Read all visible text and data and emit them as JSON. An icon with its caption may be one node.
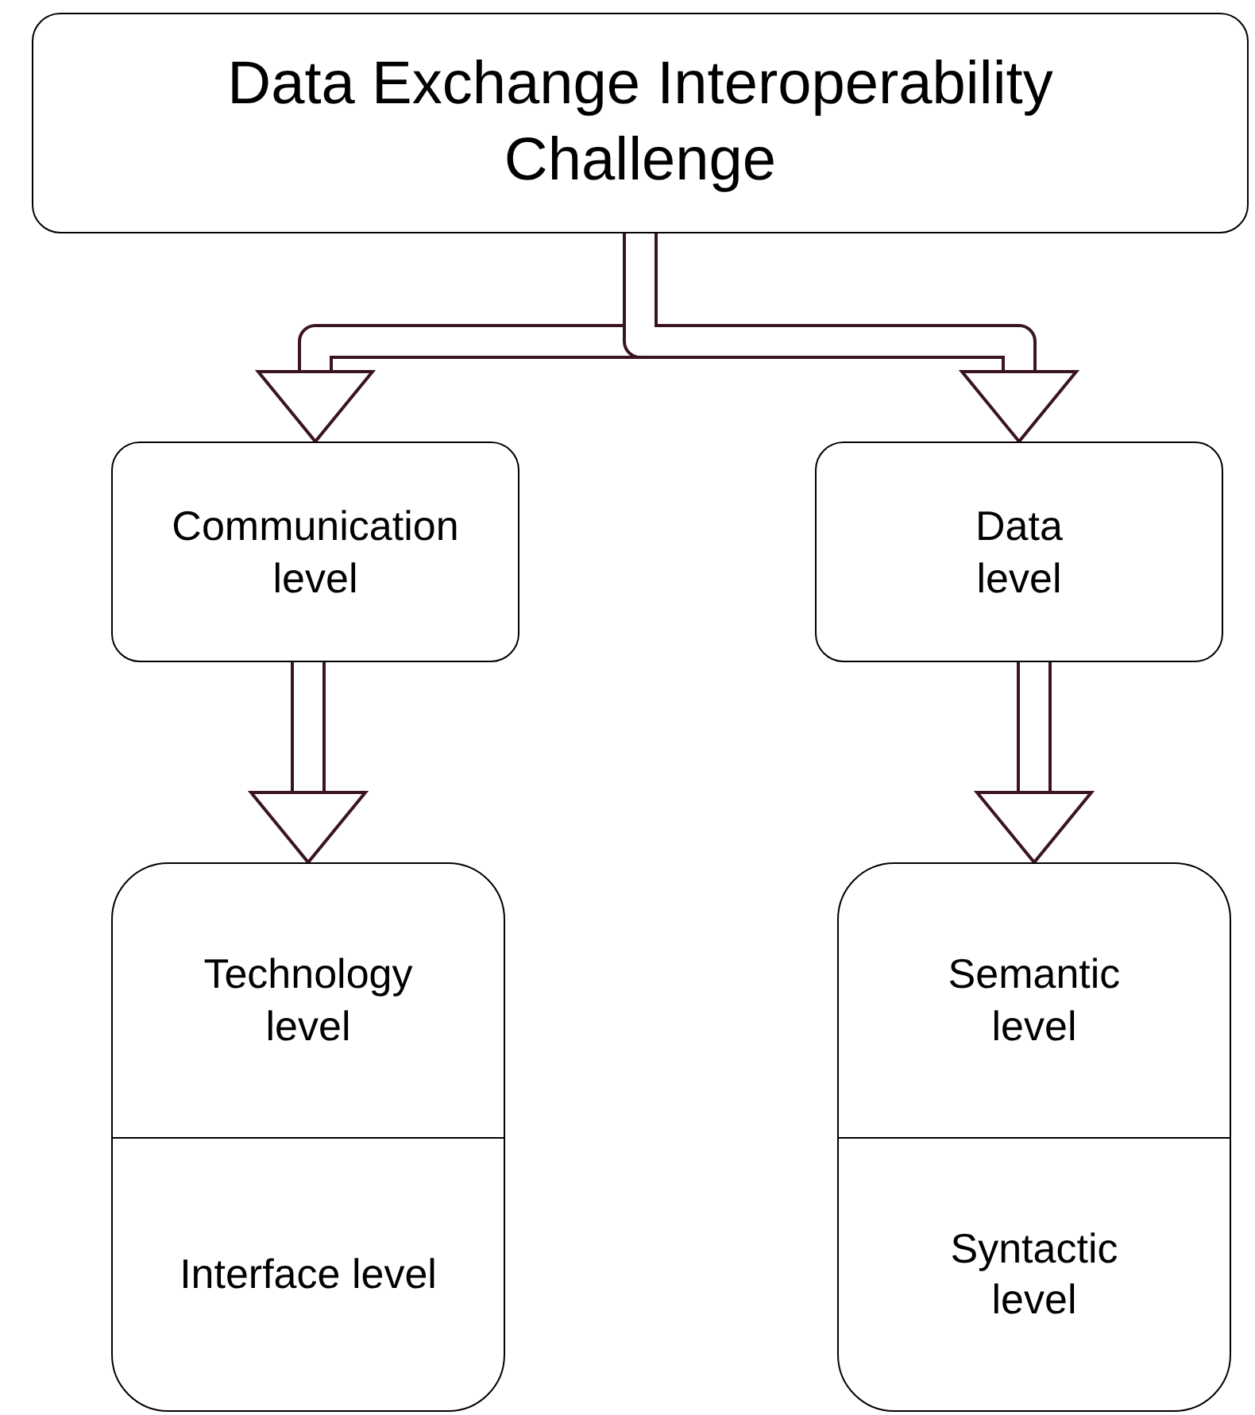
{
  "diagram": {
    "nodes": [
      {
        "text": [
          "Data Exchange Interoperability Challenge"
        ]
      },
      {
        "text": [
          "Communication level"
        ]
      },
      {
        "text": [
          "Data level"
        ]
      },
      {
        "text": [
          "Technology level",
          "Interface level"
        ]
      },
      {
        "text": [
          "Semantic level",
          "Syntactic level"
        ]
      }
    ],
    "edges": [
      {
        "from": 0,
        "to": 1,
        "arrow": "to"
      },
      {
        "from": 0,
        "to": 2,
        "arrow": "to"
      },
      {
        "from": 1,
        "to": 3,
        "arrow": "to"
      },
      {
        "from": 2,
        "to": 4,
        "arrow": "to"
      }
    ]
  }
}
